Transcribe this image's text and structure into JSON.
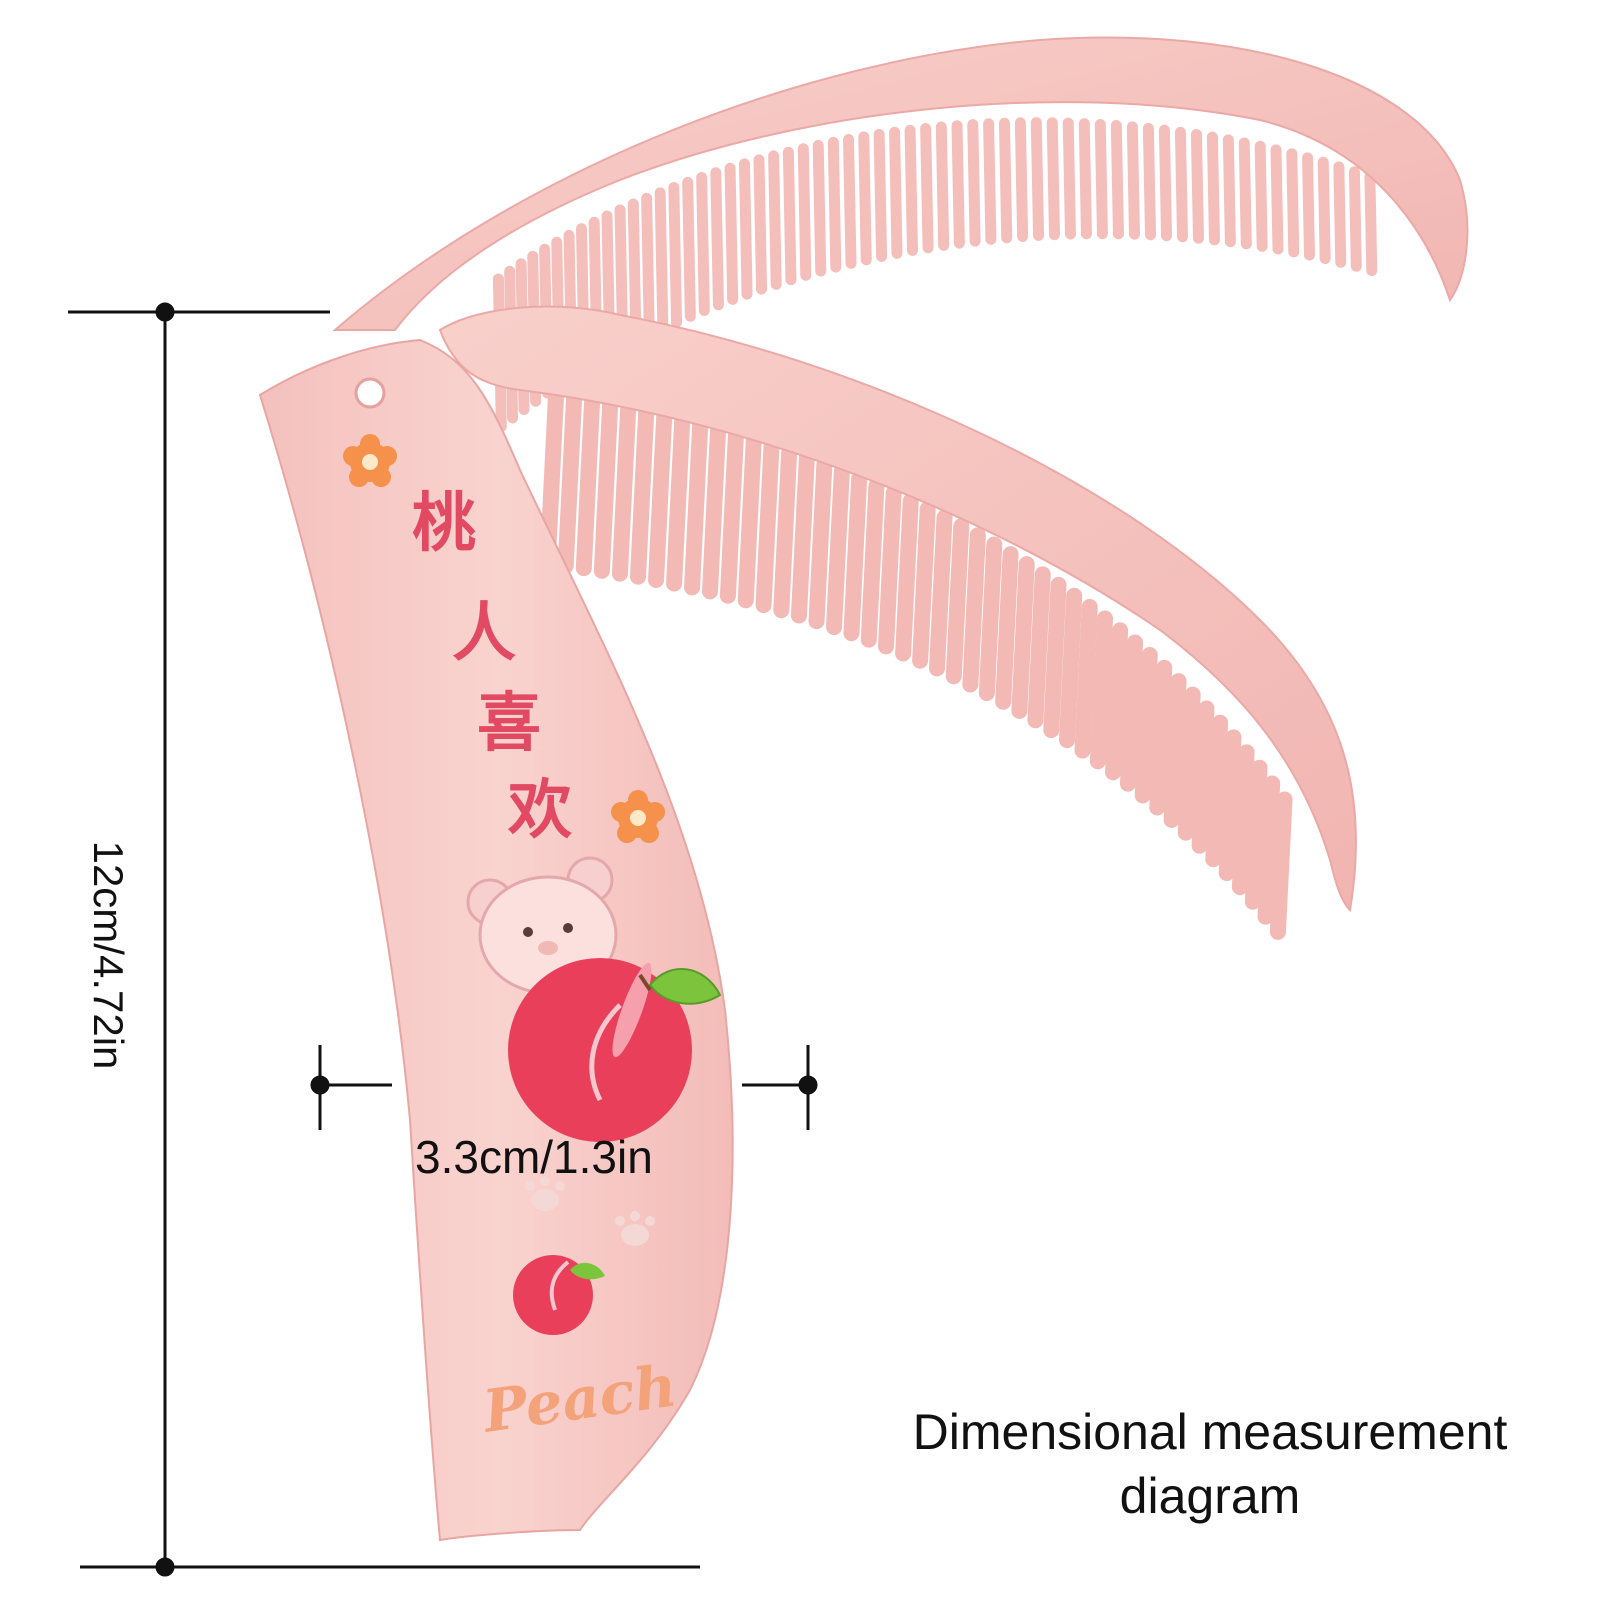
{
  "dimensions": {
    "height_label": "12cm/4.72in",
    "width_label": "3.3cm/1.3in"
  },
  "caption": {
    "line1": "Dimensional measurement",
    "line2": "diagram"
  },
  "product": {
    "chinese_text": [
      "桃",
      "人",
      "喜",
      "欢"
    ],
    "brand_word": "Peach"
  },
  "colors": {
    "comb_pink": "#f6c4c0",
    "comb_shadow": "#eaa9a6",
    "peach_red": "#ea3f5b",
    "leaf_green": "#7cc43c",
    "flower_orange": "#f5914a",
    "line_black": "#111111"
  }
}
